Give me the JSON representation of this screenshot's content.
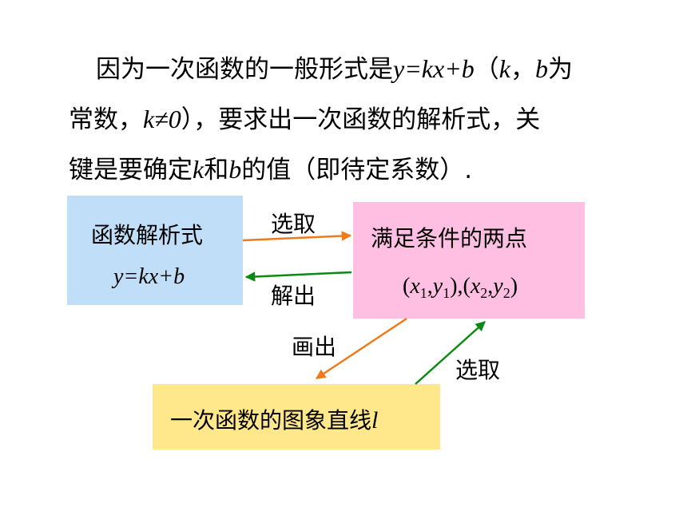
{
  "intro": {
    "line1_a": "因为一次函数的一般形式是",
    "formula": "y=kx+b",
    "line1_b": "（",
    "var_k": "k",
    "comma": "，",
    "var_b": "b",
    "line1_c": "为",
    "line2_a": "常数，",
    "cond": "k≠0",
    "line2_b": "），要求出一次函数的解析式，关",
    "line3_a": "键是要确定",
    "line3_k": "k",
    "line3_and": "和",
    "line3_b": "b",
    "line3_c": "的值（即待定系数）."
  },
  "diagram": {
    "func_box": {
      "title": "函数解析式",
      "formula": "y=kx+b"
    },
    "points_box": {
      "title": "满足条件的两点",
      "open1": "(",
      "x1": "x",
      "s1": "1",
      "c1": ",",
      "y1": "y",
      "t1": "1",
      "close1": "),(",
      "x2": "x",
      "s2": "2",
      "c2": ",",
      "y2": "y",
      "t2": "2",
      "close2": ")"
    },
    "graph_box": {
      "title": "一次函数的图象直线",
      "var_l": "l"
    },
    "labels": {
      "select_top": "选取",
      "solve": "解出",
      "draw": "画出",
      "select_bottom": "选取"
    },
    "colors": {
      "orange_arrow": "#f07a1a",
      "green_arrow": "#0a8a12",
      "func_box": "#c0def8",
      "points_box": "#ffbfe2",
      "graph_box": "#ffe88b"
    }
  }
}
